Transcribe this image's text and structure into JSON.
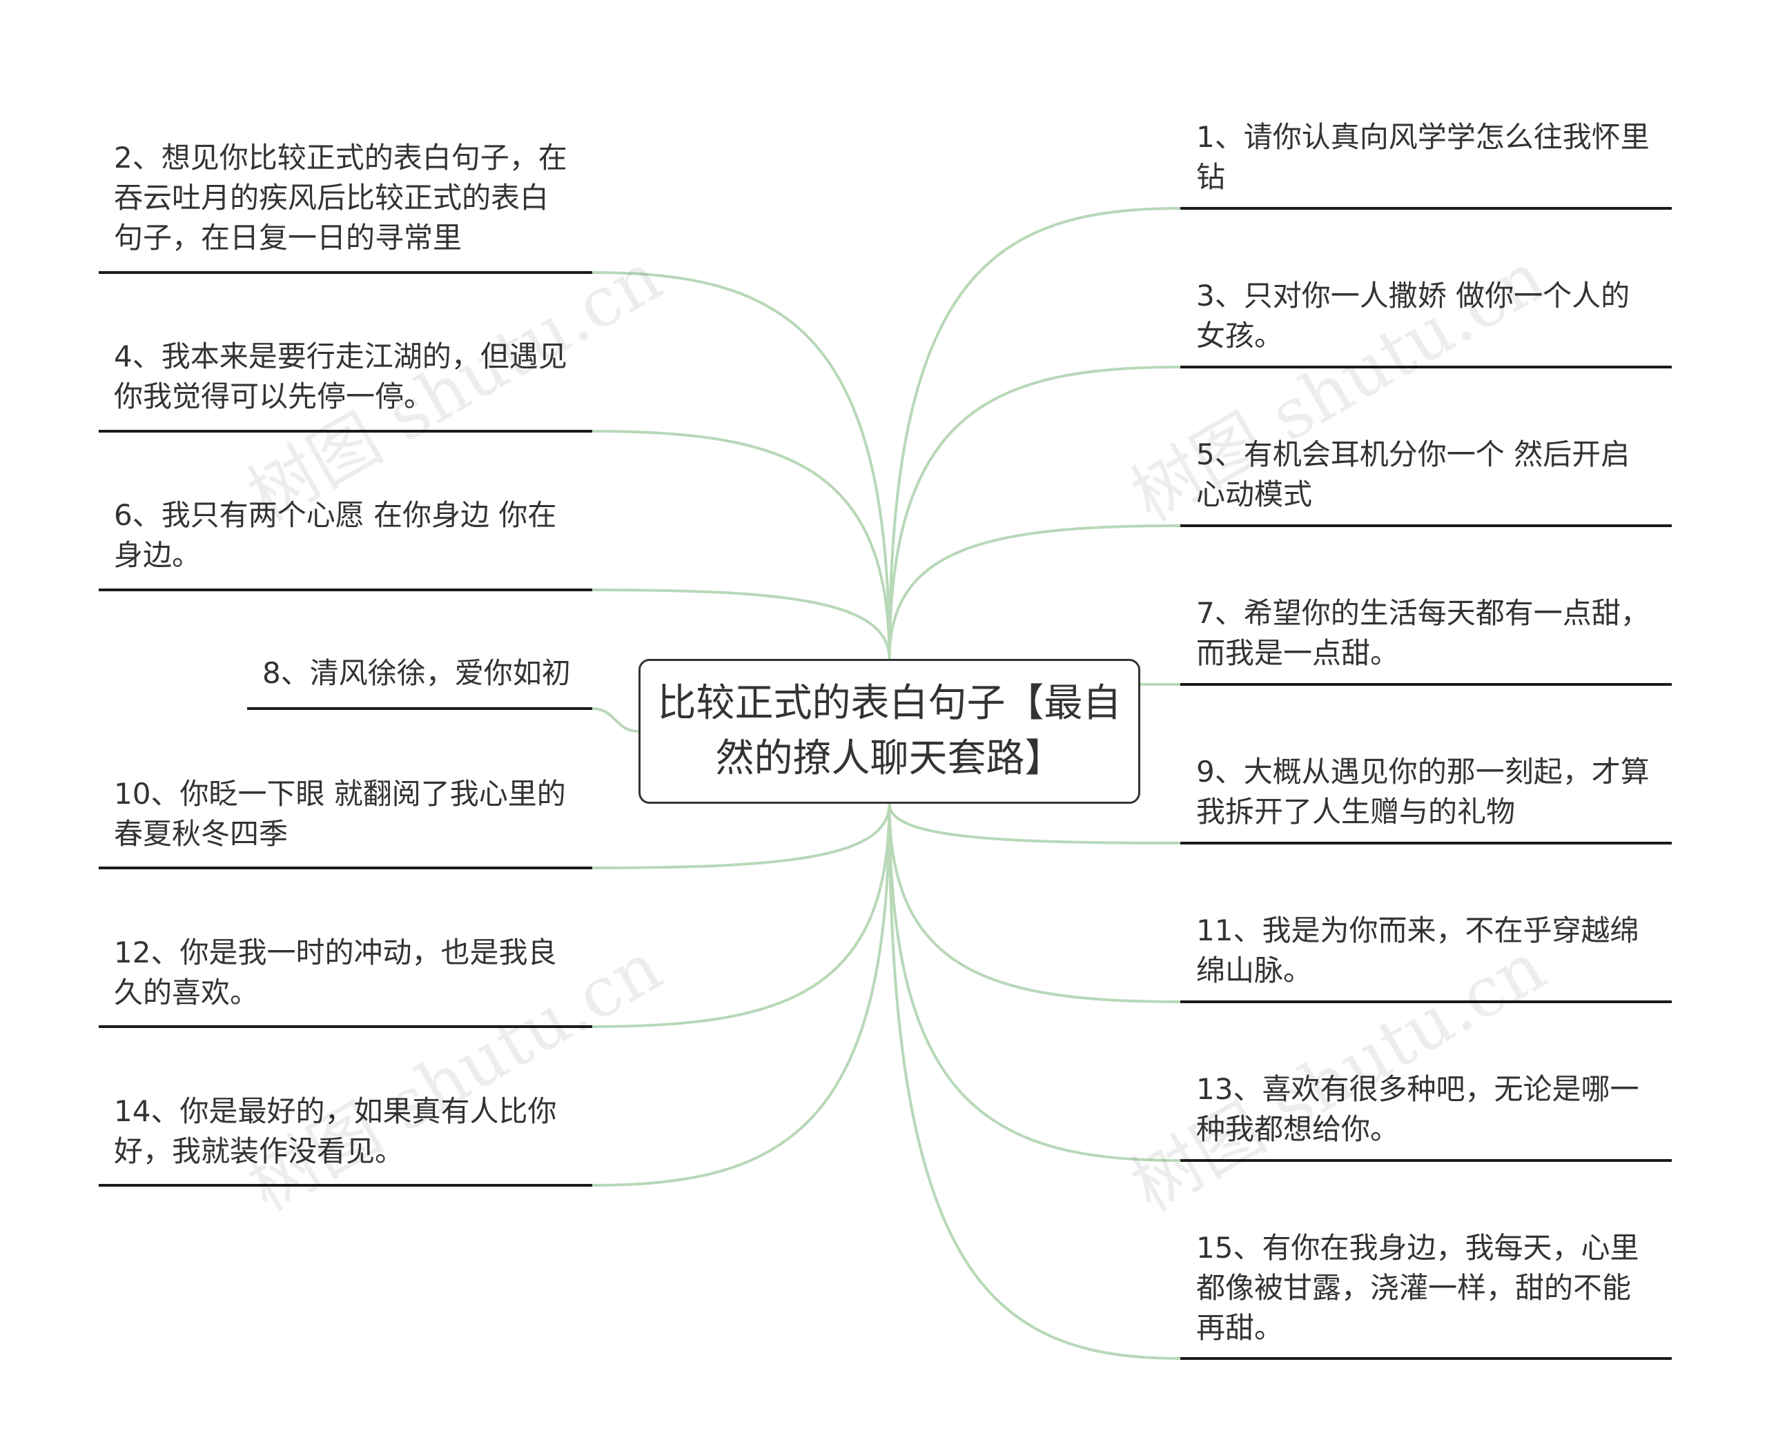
{
  "root": {
    "title": "比较正式的表白句子【最自然的撩人聊天套路】"
  },
  "branches_left": [
    {
      "id": "b2",
      "text": "2、想见你比较正式的表白句子，在吞云吐月的疾风后比较正式的表白句子，在日复一日的寻常里"
    },
    {
      "id": "b4",
      "text": "4、我本来是要行走江湖的，但遇见你我觉得可以先停一停。"
    },
    {
      "id": "b6",
      "text": "6、我只有两个心愿 在你身边 你在身边。"
    },
    {
      "id": "b8",
      "text": "8、清风徐徐，爱你如初"
    },
    {
      "id": "b10",
      "text": "10、你眨一下眼 就翻阅了我心里的春夏秋冬四季"
    },
    {
      "id": "b12",
      "text": "12、你是我一时的冲动，也是我良久的喜欢。"
    },
    {
      "id": "b14",
      "text": "14、你是最好的，如果真有人比你好，我就装作没看见。"
    }
  ],
  "branches_right": [
    {
      "id": "b1",
      "text": "1、请你认真向风学学怎么往我怀里钻"
    },
    {
      "id": "b3",
      "text": "3、只对你一人撒娇 做你一个人的女孩。"
    },
    {
      "id": "b5",
      "text": "5、有机会耳机分你一个 然后开启心动模式"
    },
    {
      "id": "b7",
      "text": "7、希望你的生活每天都有一点甜，而我是一点甜。"
    },
    {
      "id": "b9",
      "text": "9、大概从遇见你的那一刻起，才算我拆开了人生赠与的礼物"
    },
    {
      "id": "b11",
      "text": "11、我是为你而来，不在乎穿越绵绵山脉。"
    },
    {
      "id": "b13",
      "text": "13、喜欢有很多种吧，无论是哪一种我都想给你。"
    },
    {
      "id": "b15",
      "text": "15、有你在我身边，我每天，心里都像被甘露，浇灌一样，甜的不能再甜。"
    }
  ],
  "watermark": "树图 shutu.cn",
  "colors": {
    "connector": "#b8d8b8",
    "text": "#333333",
    "underline": "#1a1a1a"
  }
}
